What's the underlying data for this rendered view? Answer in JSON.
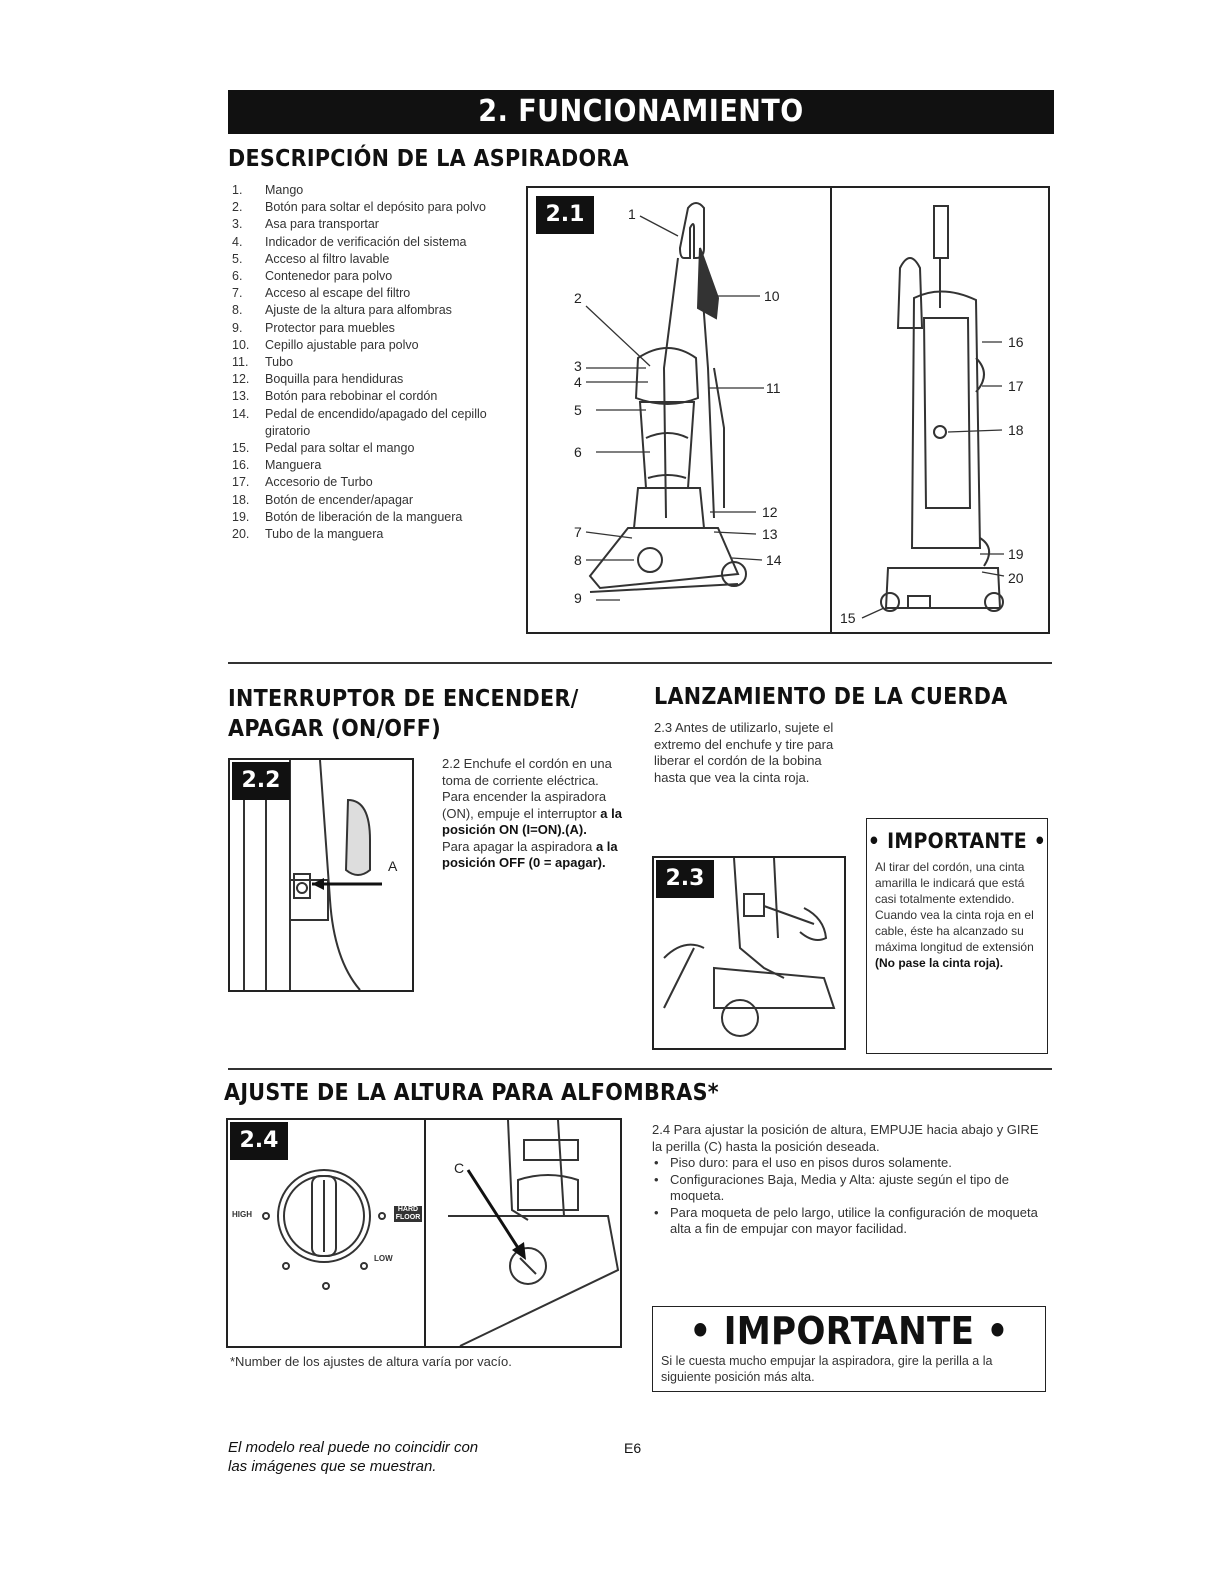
{
  "section_title": "2. FUNCIONAMIENTO",
  "description": {
    "heading": "DESCRIPCIÓN DE LA ASPIRADORA",
    "parts": [
      {
        "n": "1.",
        "label": "Mango"
      },
      {
        "n": "2.",
        "label": "Botón para soltar el depósito para polvo"
      },
      {
        "n": "3.",
        "label": "Asa para transportar"
      },
      {
        "n": "4.",
        "label": "Indicador de verificación del sistema"
      },
      {
        "n": "5.",
        "label": "Acceso al filtro lavable"
      },
      {
        "n": "6.",
        "label": "Contenedor para polvo"
      },
      {
        "n": "7.",
        "label": "Acceso al escape del filtro"
      },
      {
        "n": "8.",
        "label": "Ajuste de la altura para alfombras"
      },
      {
        "n": "9.",
        "label": "Protector para muebles"
      },
      {
        "n": "10.",
        "label": "Cepillo ajustable para polvo"
      },
      {
        "n": "11.",
        "label": "Tubo"
      },
      {
        "n": "12.",
        "label": "Boquilla para hendiduras"
      },
      {
        "n": "13.",
        "label": "Botón para rebobinar el cordón"
      },
      {
        "n": "14.",
        "label": "Pedal de encendido/apagado del cepillo giratorio"
      },
      {
        "n": "15.",
        "label": "Pedal para soltar el mango"
      },
      {
        "n": "16.",
        "label": "Manguera"
      },
      {
        "n": "17.",
        "label": "Accesorio de Turbo"
      },
      {
        "n": "18.",
        "label": "Botón de encender/apagar"
      },
      {
        "n": "19.",
        "label": "Botón de liberación de la manguera"
      },
      {
        "n": "20.",
        "label": "Tubo de la manguera"
      }
    ],
    "figure_badge": "2.1",
    "callouts_front": [
      "1",
      "2",
      "3",
      "4",
      "5",
      "6",
      "7",
      "8",
      "9",
      "10",
      "11",
      "12",
      "13",
      "14"
    ],
    "callouts_back": [
      "15",
      "16",
      "17",
      "18",
      "19",
      "20"
    ]
  },
  "onoff": {
    "heading_line1": "INTERRUPTOR DE ENCENDER/",
    "heading_line2": "APAGAR (ON/OFF)",
    "figure_badge": "2.2",
    "callout_a": "A",
    "text_p1": "2.2 Enchufe el cordón en una toma de corriente eléctrica.",
    "text_p2": "Para encender la aspiradora (ON), empuje el interruptor",
    "text_p2_bold": "a la posición ON (I=ON).(A).",
    "text_p3": "Para apagar la aspiradora",
    "text_p3_bold": "a la posición OFF (0 = apagar)."
  },
  "cord": {
    "heading": "LANZAMIENTO DE LA CUERDA",
    "text": "2.3 Antes de utilizarlo, sujete el extremo del enchufe y tire para liberar el cordón de la bobina hasta que vea la cinta roja.",
    "figure_badge": "2.3",
    "important_title": "• IMPORTANTE •",
    "important_text": "Al tirar del cordón, una cinta amarilla le indicará que está casi totalmente extendido. Cuando vea la cinta roja en el cable, éste ha alcanzado su máxima longitud de extensión",
    "important_bold": "(No pase la cinta roja)."
  },
  "height": {
    "heading": "AJUSTE DE LA ALTURA PARA ALFOMBRAS*",
    "figure_badge": "2.4",
    "callout_c": "C",
    "dial_high": "HIGH",
    "dial_hard": "HARD FLOOR",
    "dial_low": "LOW",
    "intro": "2.4 Para ajustar la posición de altura, EMPUJE hacia abajo y GIRE la perilla (C) hasta la posición deseada.",
    "bullets": [
      "Piso duro: para el uso en pisos duros solamente.",
      "Configuraciones Baja, Media y Alta: ajuste según el tipo de moqueta.",
      "Para moqueta de pelo largo, utilice la configuración de moqueta alta a fin de empujar con mayor facilidad."
    ],
    "footnote": "*Number de los ajustes de altura varía por vacío.",
    "important_title": "• IMPORTANTE •",
    "important_text": "Si le cuesta mucho empujar la aspiradora, gire la perilla a la siguiente posición más alta."
  },
  "footer": {
    "disclaimer_line1": "El modelo real puede no coincidir con",
    "disclaimer_line2": "las imágenes que se muestran.",
    "page_number": "E6"
  }
}
